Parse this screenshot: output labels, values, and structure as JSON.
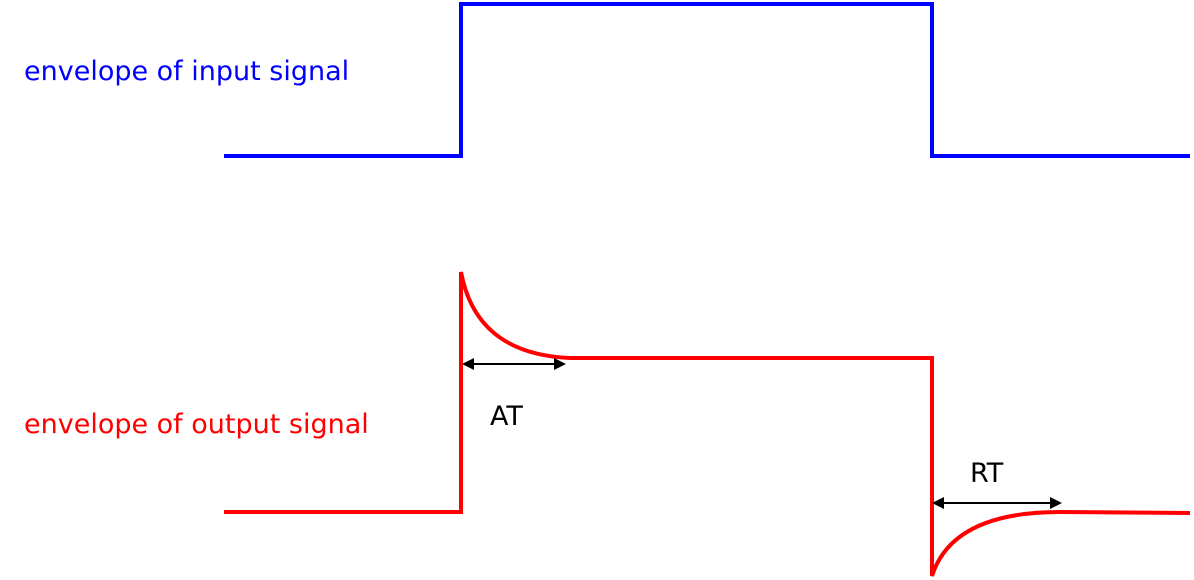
{
  "input_signal": {
    "label": "envelope of input signal",
    "color": "#0000ff"
  },
  "output_signal": {
    "label": "envelope of output signal",
    "color": "#ff0000"
  },
  "attack_time": {
    "label": "AT"
  },
  "release_time": {
    "label": "RT"
  },
  "arrow_color": "#000000"
}
